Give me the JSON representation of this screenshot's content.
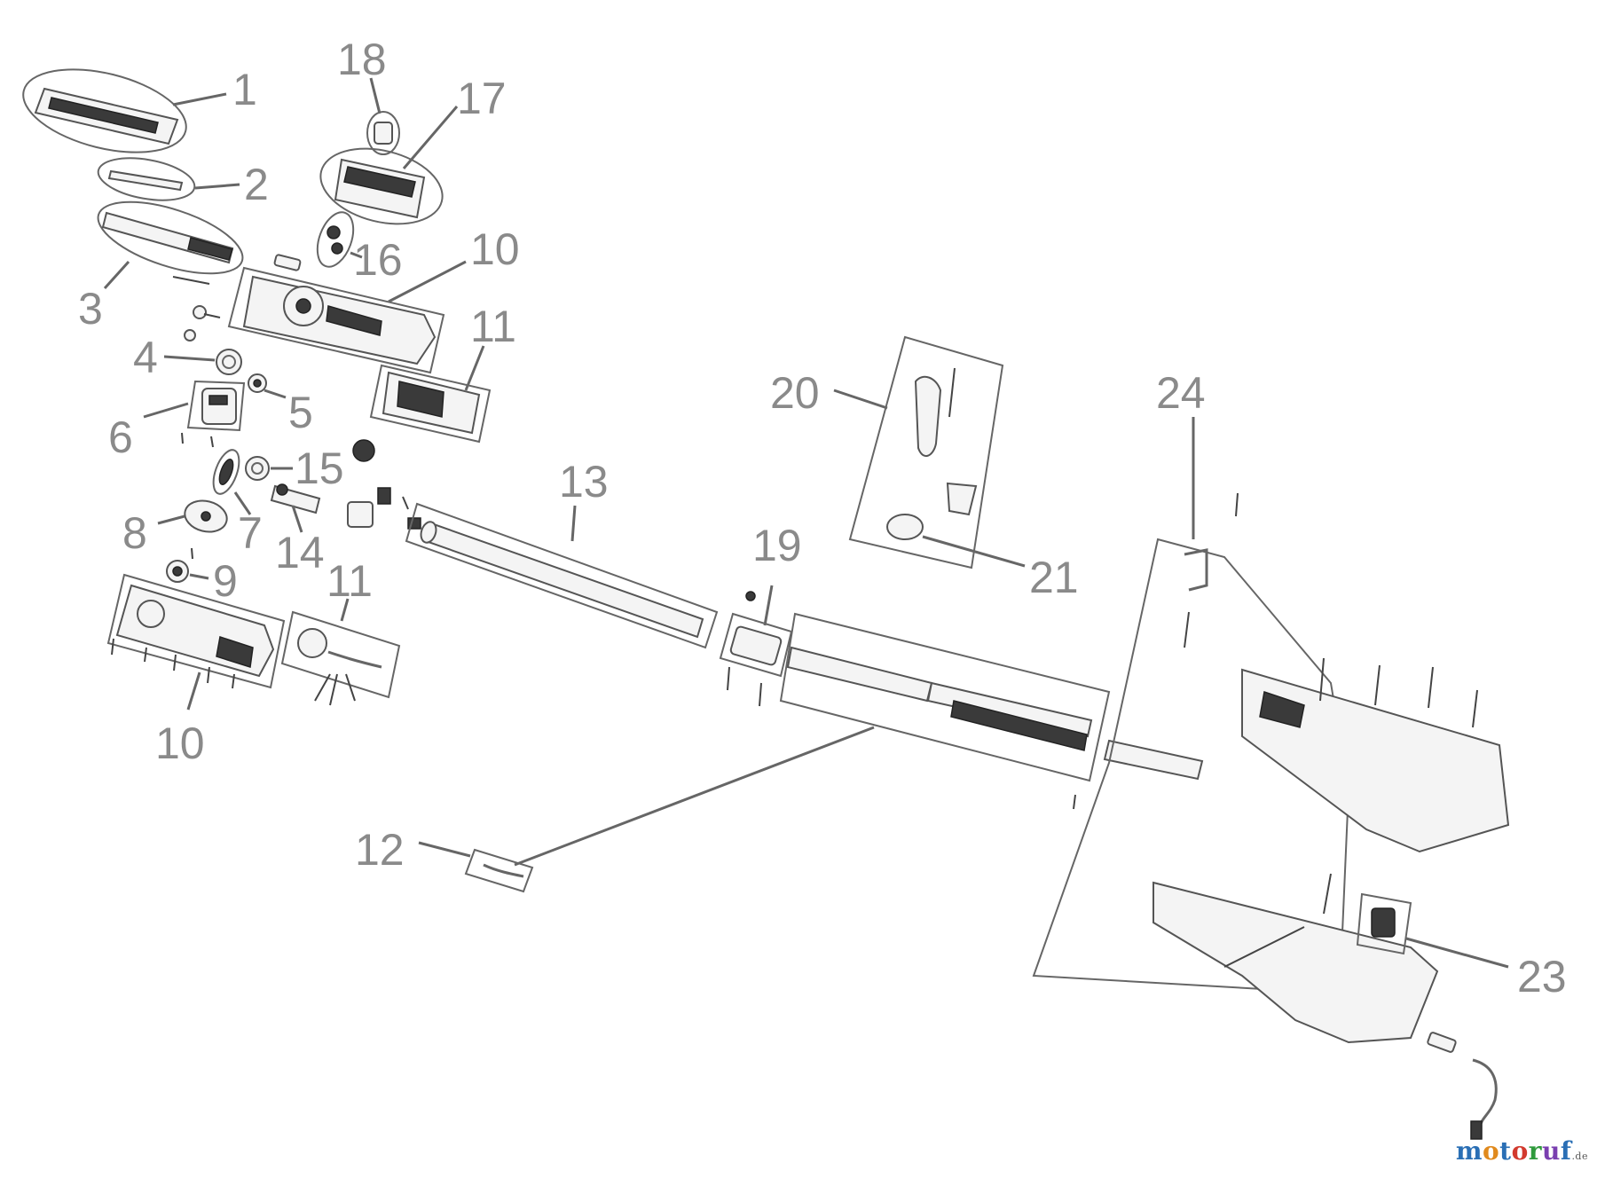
{
  "callouts": {
    "n1": "1",
    "n2": "2",
    "n3": "3",
    "n4": "4",
    "n5": "5",
    "n6": "6",
    "n7": "7",
    "n8": "8",
    "n9": "9",
    "n10a": "10",
    "n10b": "10",
    "n11a": "11",
    "n11b": "11",
    "n12": "12",
    "n13": "13",
    "n14": "14",
    "n15": "15",
    "n16": "16",
    "n17": "17",
    "n18": "18",
    "n19": "19",
    "n20": "20",
    "n21": "21",
    "n23": "23",
    "n24": "24"
  },
  "watermark": {
    "letters": [
      "m",
      "o",
      "t",
      "o",
      "r",
      "u",
      "f"
    ],
    "letter_colors": [
      "#2a6fb5",
      "#e08a1e",
      "#2a6fb5",
      "#d23a2f",
      "#2f9a3c",
      "#7a3fb0",
      "#2a6fb5"
    ],
    "suffix": ".de"
  },
  "colors": {
    "callout": "#8a8a8a",
    "line": "#555555",
    "background": "#ffffff"
  }
}
